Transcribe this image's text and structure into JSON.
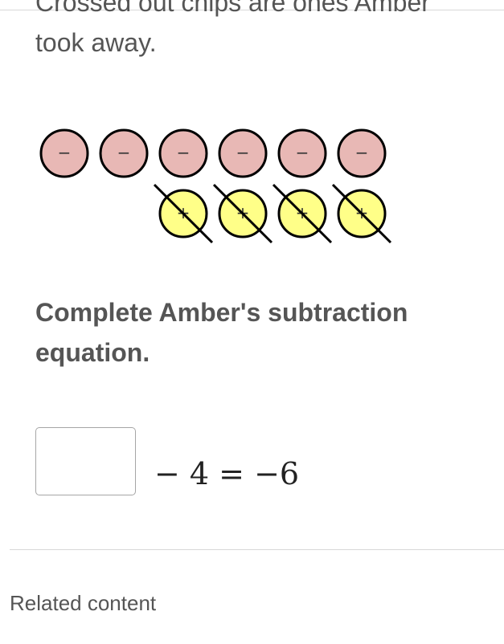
{
  "prompt": {
    "text_line1": "Crossed out chips are ones Amber",
    "text_line2": "took away."
  },
  "chips": {
    "negative_label": "−",
    "positive_label": "+",
    "negative_count": 6,
    "positive_count": 4,
    "crossed_out_positive_count": 4,
    "negative_color": "#e8b8b5",
    "positive_color": "#ffff88",
    "outline_color": "#000000"
  },
  "question": {
    "text": "Complete Amber's subtraction equation."
  },
  "equation": {
    "answer_value": "",
    "rest": "− 4 = −6"
  },
  "footer": {
    "related_label": "Related content"
  }
}
